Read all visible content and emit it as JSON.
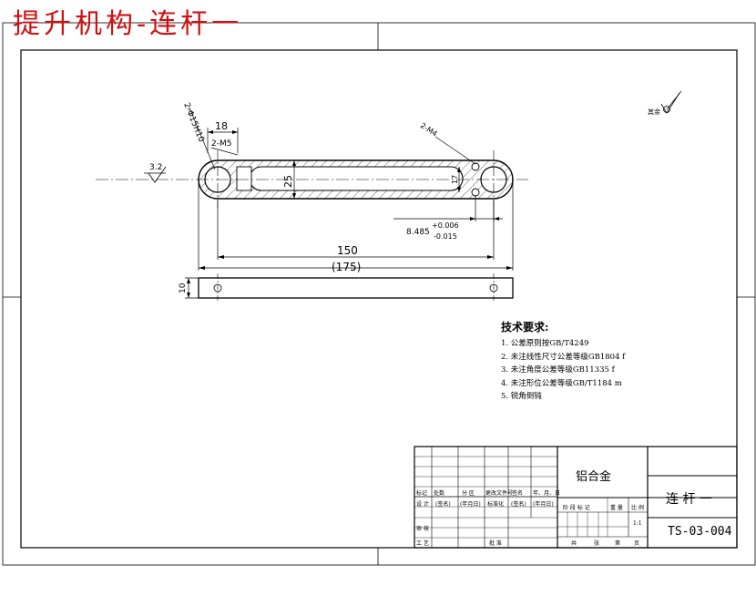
{
  "title": "提升机构-连杆一",
  "dims": {
    "hole_callout": "2-Φ15H10",
    "d18": "18",
    "m5": "2-M5",
    "m4": "2-M4",
    "roughness": "3.2",
    "rest_label": "其余",
    "d25": "25",
    "d17": "17",
    "tol_base": "8.485",
    "tol_up": "+0.006",
    "tol_low": "-0.015",
    "d150": "150",
    "d175": "(175)",
    "d10": "10"
  },
  "tech": {
    "heading": "技术要求:",
    "items": [
      "1. 公差原则按GB/T4249",
      "2. 未注线性尺寸公差等级GB1804 f",
      "3. 未注角度公差等级GB11335 f",
      "4. 未注形位公差等级GB/T1184 m",
      "5. 锐角倒钝"
    ]
  },
  "titleblock": {
    "material": "铝合金",
    "part_name": "连 杆 一",
    "drawing_no": "TS-03-004",
    "scale": "1:1",
    "hdr1": [
      "标记",
      "处数",
      "分 区",
      "更改文件号",
      "签名",
      "年、月、日"
    ],
    "hdr2": [
      "设 计",
      "(签名)",
      "(年月日)",
      "标准化",
      "(签名)",
      "(年月日)"
    ],
    "check": "审 核",
    "process": "工 艺",
    "approve": "批 准",
    "stage_hdr": [
      "阶 段 标 记",
      "重 量",
      "比 例"
    ],
    "sheet": [
      "共",
      "张",
      "第",
      "页"
    ]
  }
}
